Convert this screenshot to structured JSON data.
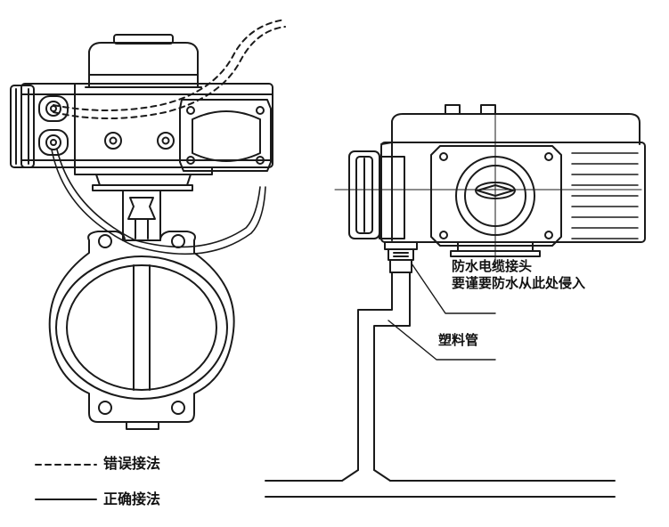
{
  "labels": {
    "connector": "防水电缆接头",
    "warning": "要谨要防水从此处侵入",
    "plastic_pipe": "塑料管",
    "wrong_method": "错误接法",
    "correct_method": "正确接法"
  },
  "colors": {
    "line": "#1a1a1a",
    "paper": "#ffffff"
  },
  "icons": [
    "cable-gland-icon",
    "valve-disc-icon",
    "handwheel-icon"
  ]
}
